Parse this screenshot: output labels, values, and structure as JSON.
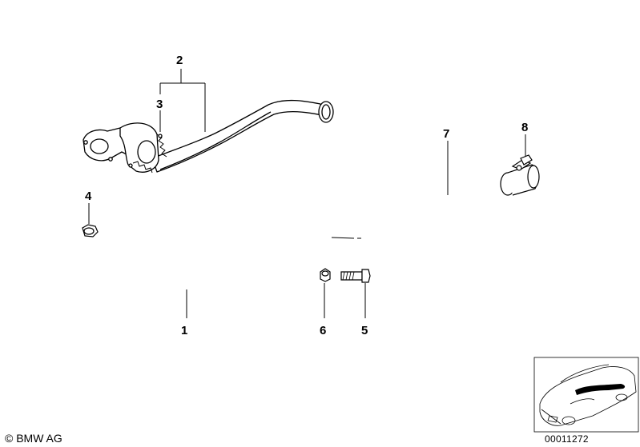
{
  "diagram": {
    "callouts": {
      "part_1": "1",
      "part_2": "2",
      "part_3": "3",
      "part_4": "4",
      "part_5": "5",
      "part_6": "6",
      "part_7": "7",
      "part_8": "8"
    },
    "footer": {
      "copyright": "© BMW AG",
      "image_number": "00011272"
    },
    "colors": {
      "line": "#000000",
      "background": "#ffffff",
      "highlight_exhaust": "#000000"
    }
  }
}
